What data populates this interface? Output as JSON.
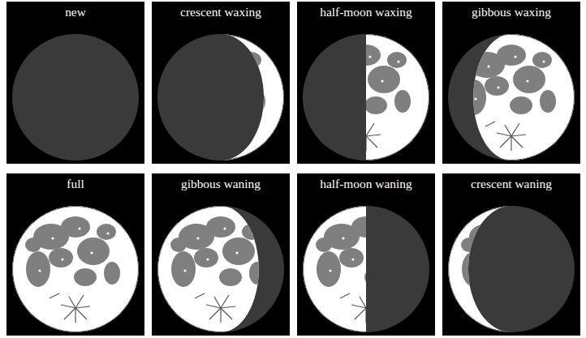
{
  "diagram": {
    "nodes": [
      {
        "text": [
          "new"
        ]
      },
      {
        "text": [
          "crescent waxing"
        ]
      },
      {
        "text": [
          "half-moon waxing"
        ]
      },
      {
        "text": [
          "gibbous waxing"
        ]
      },
      {
        "text": [
          "full"
        ]
      },
      {
        "text": [
          "gibbous waning"
        ]
      },
      {
        "text": [
          "half-moon waning"
        ]
      },
      {
        "text": [
          "crescent waning"
        ]
      }
    ]
  }
}
